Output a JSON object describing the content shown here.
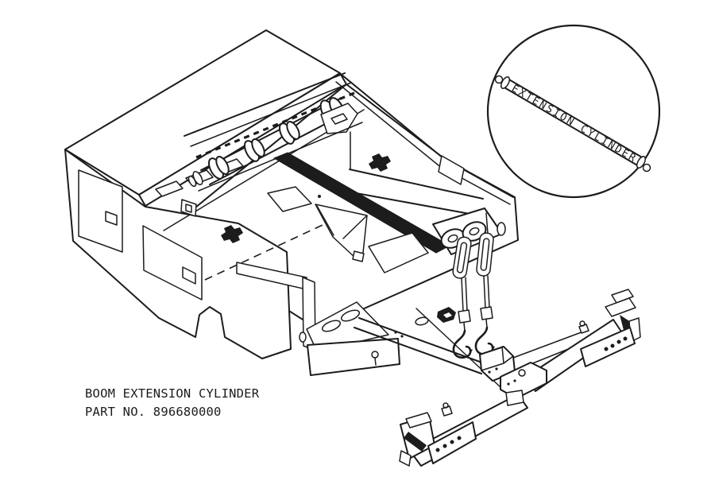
{
  "document": {
    "type": "technical-parts-diagram",
    "caption_line1": "BOOM EXTENSION CYLINDER",
    "caption_line2": "PART NO. 896680000"
  },
  "callout": {
    "label": "EXTENSION CYLINDER"
  },
  "colors": {
    "ink": "#1c1c1c",
    "paper": "#ffffff"
  }
}
